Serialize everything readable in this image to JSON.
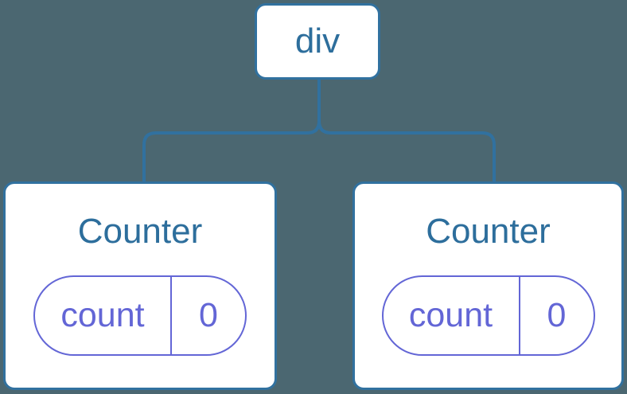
{
  "diagram": {
    "description": "React component tree diagram: a div parent with two Counter children, each holding a count state of 0",
    "root": {
      "label": "div"
    },
    "children": [
      {
        "label": "Counter",
        "state": [
          {
            "name": "count",
            "value": "0"
          }
        ]
      },
      {
        "label": "Counter",
        "state": [
          {
            "name": "count",
            "value": "0"
          }
        ]
      }
    ]
  },
  "colors": {
    "background": "#4b6771",
    "line": "#31719f",
    "node_border": "#31719f",
    "node_fill": "#ffffff",
    "component_text": "#2d6e9c",
    "state_accent": "#6366d6"
  }
}
